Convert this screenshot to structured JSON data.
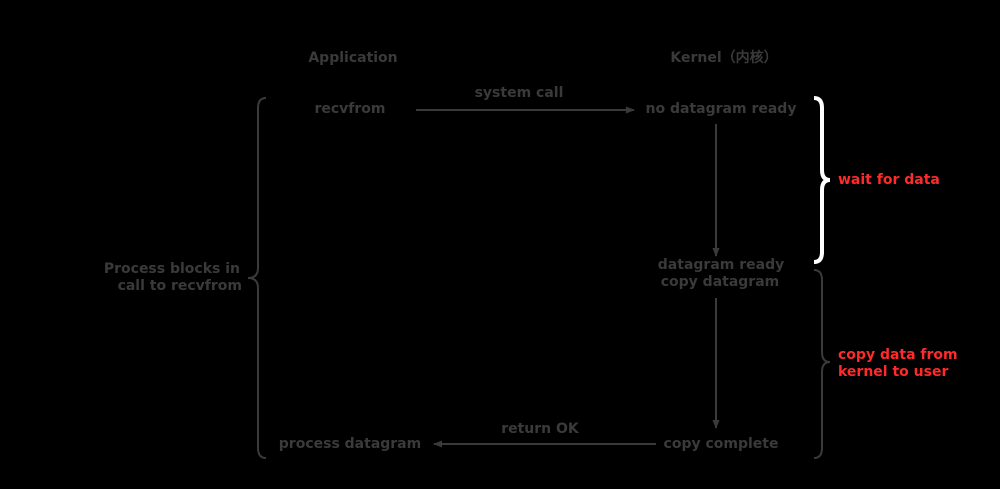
{
  "colors": {
    "background": "#000000",
    "line": "#3a3a3a",
    "text": "#3a3a3a",
    "highlight_brace": "#ffffff",
    "annotation": "#ff2a2a"
  },
  "headers": {
    "application": "Application",
    "kernel": "Kernel（内核）"
  },
  "application": {
    "recvfrom": "recvfrom",
    "process_datagram": "process datagram",
    "blocking_note_line1": "Process blocks in",
    "blocking_note_line2": "call to recvfrom"
  },
  "kernel": {
    "no_datagram_ready": "no datagram ready",
    "datagram_ready": "datagram ready",
    "copy_datagram": "copy datagram",
    "copy_complete": "copy complete"
  },
  "arrows": {
    "system_call": "system call",
    "return_ok": "return OK"
  },
  "phases": {
    "wait_for_data": "wait for data",
    "copy_data_line1": "copy data from",
    "copy_data_line2": "kernel to user"
  }
}
